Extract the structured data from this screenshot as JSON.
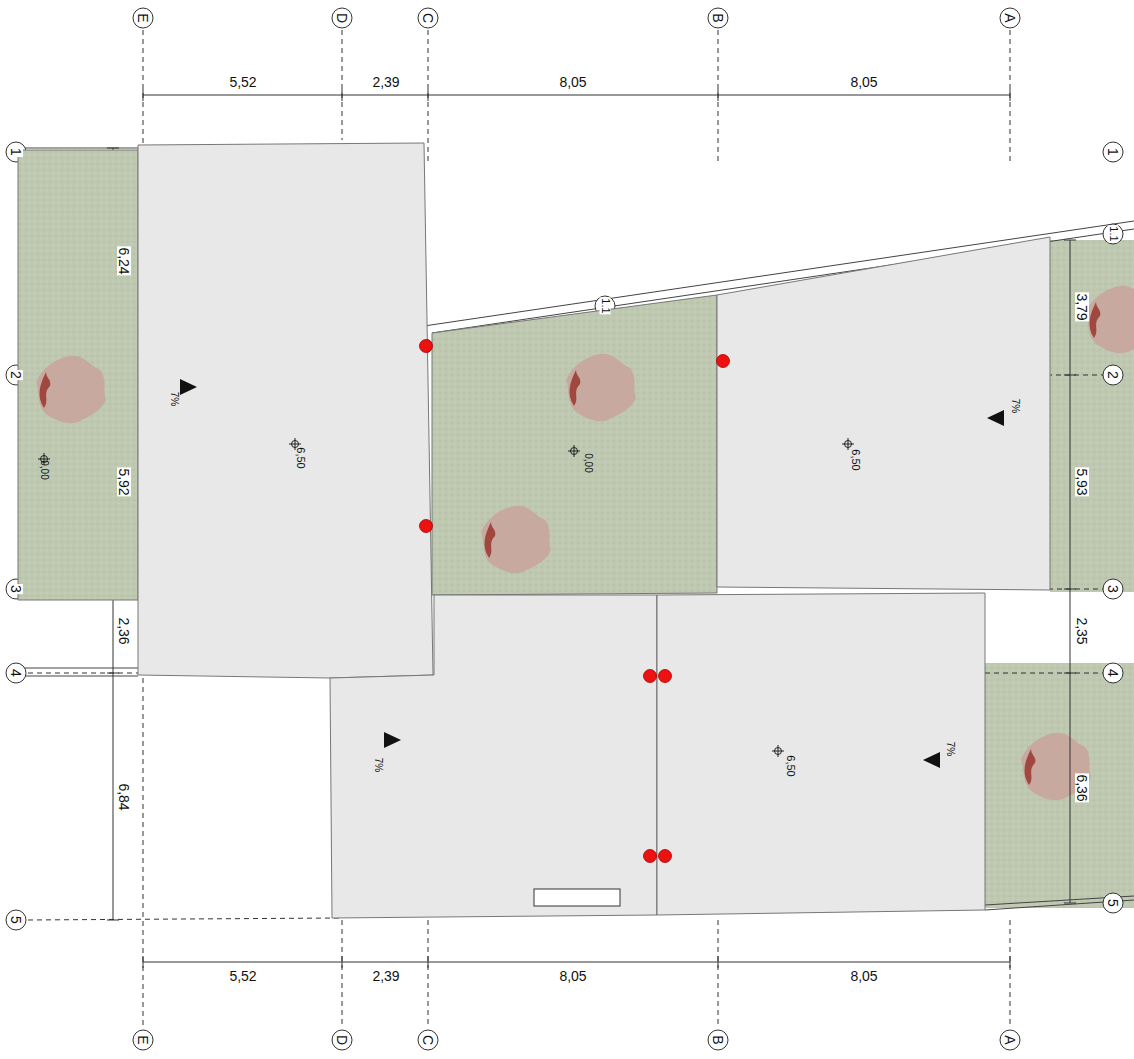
{
  "diagram": {
    "nodes": [
      {
        "text": [
          "0,00"
        ]
      },
      {
        "text": [
          "7%",
          "6,50"
        ]
      },
      {
        "text": [
          "0,00"
        ]
      },
      {
        "text": [
          "7%",
          "6,50"
        ]
      },
      {
        "text": [
          "7%"
        ]
      },
      {
        "text": [
          "6,50",
          "7%"
        ]
      }
    ],
    "labels": [
      "E",
      "D",
      "C",
      "B",
      "A",
      "5,52",
      "2,39",
      "8,05",
      "8,05",
      "1",
      "2",
      "3",
      "4",
      "5",
      "6,24",
      "5,92",
      "2,36",
      "6,84",
      "1",
      "1.1",
      "2",
      "3",
      "4",
      "5",
      "3,79",
      "5,93",
      "2,35",
      "6,36",
      "1.1",
      "5,52",
      "2,39",
      "8,05",
      "8,05",
      "E",
      "D",
      "C",
      "B",
      "A"
    ]
  }
}
